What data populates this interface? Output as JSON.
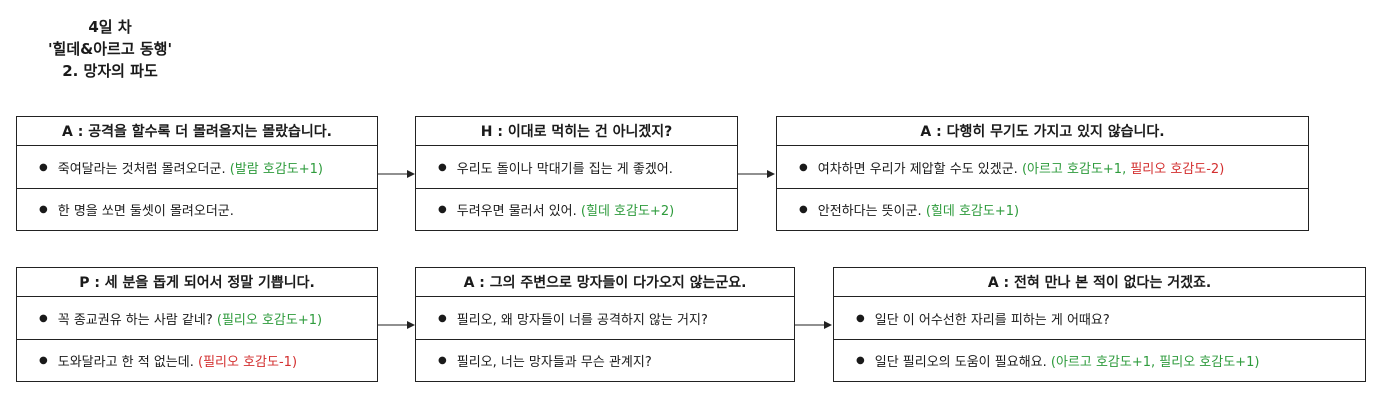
{
  "title": {
    "day": "4일 차",
    "route": "'힐데&아르고 동행'",
    "section": "2. 망자의 파도"
  },
  "boxes": [
    {
      "heading": "A : 공격을 할수록 더 몰려올지는 몰랐습니다.",
      "options": [
        {
          "text": "죽여달라는 것처럼 몰려오더군.",
          "effect": "(발람 호감도+1)",
          "effect_color": "#2e9b3c"
        },
        {
          "text": "한 명을 쏘면 둘셋이 몰려오더군.",
          "effect": ""
        }
      ]
    },
    {
      "heading": "H : 이대로 먹히는 건 아니겠지?",
      "options": [
        {
          "text": "우리도 돌이나 막대기를 집는 게 좋겠어.",
          "effect": ""
        },
        {
          "text": "두려우면 물러서 있어.",
          "effect": "(힐데 호감도+2)",
          "effect_color": "#2e9b3c"
        }
      ]
    },
    {
      "heading": "A : 다행히 무기도 가지고 있지 않습니다.",
      "options": [
        {
          "text": "여차하면 우리가 제압할 수도 있겠군.",
          "effect": "(아르고 호감도+1,",
          "effect2": "필리오 호감도-2)",
          "effect_color": "#2e9b3c",
          "effect2_color": "#d32f2f"
        },
        {
          "text": "안전하다는 뜻이군.",
          "effect": "(힐데 호감도+1)",
          "effect_color": "#2e9b3c"
        }
      ]
    },
    {
      "heading": "P : 세 분을 돕게 되어서 정말 기쁩니다.",
      "options": [
        {
          "text": "꼭 종교권유 하는 사람 같네?",
          "effect": "(필리오 호감도+1)",
          "effect_color": "#2e9b3c"
        },
        {
          "text": "도와달라고 한 적 없는데.",
          "effect": "(필리오 호감도-1)",
          "effect_color": "#d32f2f"
        }
      ]
    },
    {
      "heading": "A : 그의 주변으로 망자들이 다가오지 않는군요.",
      "options": [
        {
          "text": "필리오, 왜 망자들이 너를 공격하지 않는 거지?",
          "effect": ""
        },
        {
          "text": "필리오, 너는 망자들과 무슨 관계지?",
          "effect": ""
        }
      ]
    },
    {
      "heading": "A : 전혀 만나 본 적이 없다는 거겠죠.",
      "options": [
        {
          "text": "일단 이 어수선한 자리를 피하는 게 어때요?",
          "effect": ""
        },
        {
          "text": "일단 필리오의 도움이 필요해요.",
          "effect": "(아르고 호감도+1, 필리오 호감도+1)",
          "effect_color": "#2e9b3c"
        }
      ]
    }
  ]
}
